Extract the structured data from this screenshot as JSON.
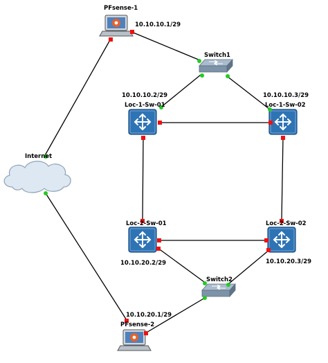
{
  "colors": {
    "link": "#000000",
    "port_up": "#22cc22",
    "port_down": "#ee1111",
    "router_fill": "#2e74b5",
    "router_border": "#1b4e80",
    "switch_fill": "#7d93a8",
    "cloud_fill": "#dde8f3",
    "cloud_stroke": "#8fa3b8",
    "laptop_screen": "#4f81bd",
    "pfsense_logo": "#e8622a"
  },
  "nodes": {
    "pfsense1": {
      "label": "PFsense-1",
      "ip": "10.10.10.1/29",
      "icon": "laptop-icon"
    },
    "switch1": {
      "label": "Switch1",
      "icon": "switch-icon"
    },
    "loc1sw01": {
      "label": "Loc-1-Sw-01",
      "ip": "10.10.10.2/29",
      "icon": "router-icon"
    },
    "loc1sw02": {
      "label": "Loc-1-Sw-02",
      "ip": "10.10.10.3/29",
      "icon": "router-icon"
    },
    "internet": {
      "label": "Internet",
      "icon": "cloud-icon"
    },
    "loc2sw01": {
      "label": "Loc-2-Sw-01",
      "ip": "10.10.20.2/29",
      "icon": "router-icon"
    },
    "loc2sw02": {
      "label": "Loc-2-Sw-02",
      "ip": "10.10.20.3/29",
      "icon": "router-icon"
    },
    "switch2": {
      "label": "Switch2",
      "icon": "switch-icon"
    },
    "pfsense2": {
      "label": "PFsense-2",
      "ip": "10.10.20.1/29",
      "icon": "laptop-icon"
    }
  }
}
